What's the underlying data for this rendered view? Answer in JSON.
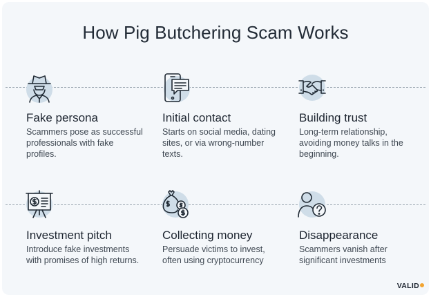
{
  "title": "How Pig Butchering Scam Works",
  "colors": {
    "icon_circle": "#cfdde8",
    "icon_stroke": "#1f2933",
    "line": "#9aa6b0",
    "logo_dot": "#f2a431"
  },
  "steps": [
    {
      "heading": "Fake persona",
      "description": "Scammers pose as successful professionals with fake profiles.",
      "icon": "spy-icon"
    },
    {
      "heading": "Initial contact",
      "description": "Starts on social media, dating sites, or via wrong-number texts.",
      "icon": "phone-message-icon"
    },
    {
      "heading": "Building trust",
      "description": "Long-term relationship, avoiding money talks in the beginning.",
      "icon": "handshake-icon"
    },
    {
      "heading": "Investment pitch",
      "description": "Introduce fake investments with promises of high returns.",
      "icon": "presentation-board-icon"
    },
    {
      "heading": "Collecting money",
      "description": "Persuade victims to invest, often using cryptocurrency",
      "icon": "money-bags-icon"
    },
    {
      "heading": "Disappearance",
      "description": "Scammers vanish after significant investments",
      "icon": "person-question-icon"
    }
  ],
  "logo": {
    "text": "VALID"
  }
}
